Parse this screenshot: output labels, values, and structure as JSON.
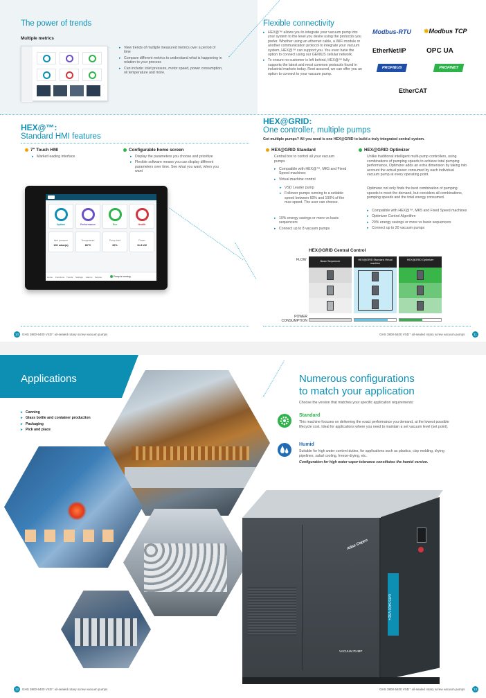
{
  "spread1": {
    "trends": {
      "title": "The power of trends",
      "subtitle": "Multiple metrics",
      "bullets": [
        "View trends of multiple measured metrics over a period of time",
        "Compare different metrics to understand what is happening in relation to your process",
        "Can include: inlet pressure, motor speed, power consumption, oil temperature and more."
      ]
    },
    "connectivity": {
      "title": "Flexible connectivity",
      "bullets": [
        "HEX@™ allows you to integrate your vacuum pump into your system to the level you desire using the protocols you prefer. Whether using an ethernet cable, a WiFi module or another communication protocol to integrate your vacuum system, HEX@™ can support you. You even have the option to connect using our GENIUS cellular network.",
        "To ensure no customer is left behind, HEX@™ fully supports the latest and most common protocols found in industrial markets today. Rest assured, we can offer you an option to connect to your vacuum pump."
      ],
      "logos": [
        "Modbus-RTU",
        "Modbus TCP",
        "EtherNet/IP",
        "OPC UA",
        "PROFIBUS",
        "PROFINET",
        "EtherCAT"
      ]
    },
    "hmi": {
      "title_bold": "HEX@™:",
      "title_light": "Standard HMI features",
      "touch_heading": "7\" Touch HMI",
      "touch_bullets": [
        "Market leading interface"
      ],
      "home_heading": "Configurable home screen",
      "home_bullets": [
        "Display the parameters you choose and prioritize",
        "Flexible software means you can display different parameters over time. See what you want, when you want"
      ],
      "screen": {
        "tiles": [
          "Uptime",
          "Performance",
          "Eco",
          "Health"
        ],
        "stats": [
          {
            "label": "Inlet pressure",
            "value": "100 mbar(a)"
          },
          {
            "label": "Temperature",
            "value": "80°C"
          },
          {
            "label": "Pump load",
            "value": "92%"
          },
          {
            "label": "Power",
            "value": "11.8 kW"
          }
        ],
        "nav": [
          "Home",
          "Functions",
          "Trends",
          "Settings",
          "Alarms",
          "Service"
        ],
        "status": "Pump is running"
      }
    },
    "hexgrid": {
      "title_bold": "HEX@GRID:",
      "title_light": "One controller, multiple pumps",
      "intro": "Got multiple pumps? All you need is one HEX@GRID to build a truly integrated central system.",
      "standard": {
        "heading": "HEX@GRID Standard",
        "intro": "Central box to control all your vacuum pumps",
        "bullets": [
          "Compatible with HEX@™, MK5 and Fixed Speed machines",
          "Virtual machine control"
        ],
        "sub_bullets": [
          "VSD Leader pump",
          "Follower pumps running to a settable speed between 60% and 100% of the max speed. The user can choose."
        ],
        "bullets2": [
          "10% energy savings or more vs basic sequencers",
          "Connect up to 8 vacuum pumps"
        ]
      },
      "optimizer": {
        "heading": "HEX@GRID Optimizer",
        "p1": "Unlike traditional intelligent multi-pump controllers, using combinations of pumping speeds to achieve total pumping performance, Optimizer adds an extra dimension by taking into account the actual power consumed by each individual vacuum pump at every operating point.",
        "p2": "Optimizer not only finds the best combination of pumping speeds to meet the demand, but considers all combinations, pumping speeds and the total energy consumed.",
        "bullets": [
          "Compatible with HEX@™, MK5 and Fixed Speed machines",
          "Optimizer Control Algorithm",
          "20% energy savings or more vs basic sequencers",
          "Connect up to 20 vacuum pumps"
        ]
      },
      "diagram": {
        "title": "HEX@GRID Central Control",
        "flow_label": "FLOW",
        "power_label": "POWER CONSUMPTION",
        "columns": [
          "Basic Sequencer",
          "HEX@GRID Standard Virtual machine",
          "HEX@GRID Optimizer"
        ],
        "colors": [
          "#d9d9d9",
          "#5bc4ea",
          "#2eb34a"
        ]
      }
    },
    "footer_left": "GHS 3800-5400 VSD⁺ oil-sealed rotary screw vacuum pumps",
    "footer_right": "GHS 3800-5400 VSD⁺ oil-sealed rotary screw vacuum pumps",
    "page_left": "10",
    "page_right": "11"
  },
  "spread2": {
    "applications": {
      "title": "Applications",
      "items": [
        "Canning",
        "Glass bottle and container production",
        "Packaging",
        "Pick and place"
      ]
    },
    "configurations": {
      "title_line1": "Numerous configurations",
      "title_line2": "to match your application",
      "intro": "Choose the version that matches your specific application requirements:",
      "standard_heading": "Standard",
      "standard_text": "This machine focuses on delivering the exact performance you demand, at the lowest possible lifecycle cost. Ideal for applications where you need to maintain a set vacuum level (set point).",
      "humid_heading": "Humid",
      "humid_text": "Suitable for high water content duties, for applications such as plastics, clay molding, drying pipelines, salad cooling, freeze-drying, etc.",
      "humid_note": "Configuration for high water vapor tolerance constitutes the humid version."
    },
    "machine": {
      "brand": "Atlas Copco",
      "label": "VACUUM PUMP",
      "model": "GHS 5400 VSD+"
    },
    "footer_left": "GHS 3800-5400 VSD⁺ oil-sealed rotary screw vacuum pumps",
    "footer_right": "GHS 3800-5400 VSD⁺ oil-sealed rotary screw vacuum pumps",
    "page_left": "12",
    "page_right": "13"
  }
}
